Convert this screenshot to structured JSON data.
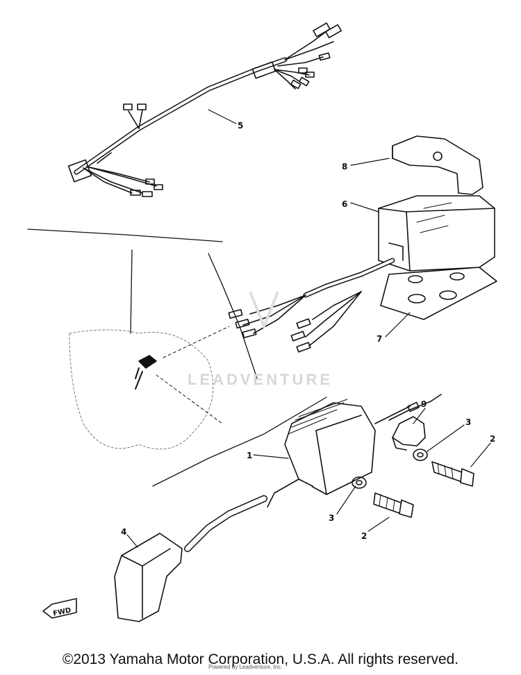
{
  "parts": [
    {
      "number": "1",
      "name": "ignition-coil"
    },
    {
      "number": "2",
      "name": "bolt"
    },
    {
      "number": "3",
      "name": "washer"
    },
    {
      "number": "4",
      "name": "spark-plug-cap"
    },
    {
      "number": "5",
      "name": "wire-harness"
    },
    {
      "number": "6",
      "name": "cdi-unit"
    },
    {
      "number": "7",
      "name": "damper-plate"
    },
    {
      "number": "8",
      "name": "bracket"
    },
    {
      "number": "9",
      "name": "clamp"
    }
  ],
  "labels": {
    "p1": "1",
    "p2a": "2",
    "p2b": "2",
    "p3a": "3",
    "p3b": "3",
    "p4": "4",
    "p5": "5",
    "p6": "6",
    "p7": "7",
    "p8": "8",
    "p9": "9",
    "fwd": "FWD"
  },
  "watermark": "LEADVENTURE",
  "copyright": "©2013 Yamaha Motor Corporation, U.S.A. All rights reserved.",
  "overprint": "Powered by Leadventure, Inc."
}
